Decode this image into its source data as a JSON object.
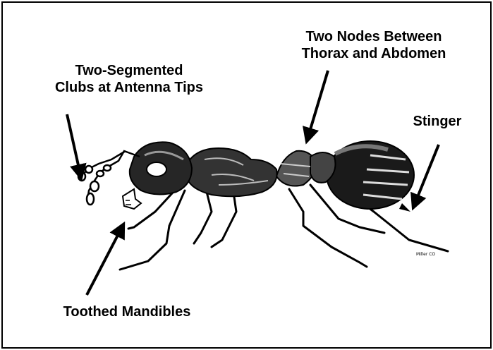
{
  "labels": {
    "antenna_clubs": [
      "Two-Segmented",
      "Clubs at Antenna Tips"
    ],
    "nodes": [
      "Two Nodes Between",
      "Thorax and Abdomen"
    ],
    "stinger": "Stinger",
    "mandibles": "Toothed Mandibles"
  },
  "signature": "Miller CO"
}
